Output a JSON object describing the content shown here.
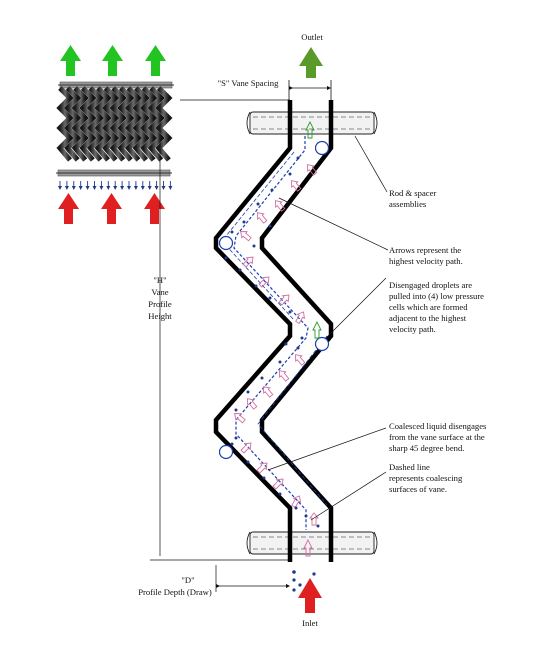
{
  "labels": {
    "outlet": "Outlet",
    "inlet": "Inlet",
    "s_vane_spacing": "\"S\" Vane Spacing",
    "h_line1": "\"H\"",
    "h_line2": "Vane",
    "h_line3": "Profile",
    "h_line4": "Height",
    "d_line1": "\"D\"",
    "d_line2": "Profile Depth (Draw)"
  },
  "callouts": {
    "rod_spacer": [
      "Rod & spacer",
      "assemblies"
    ],
    "arrows": [
      "Arrows represent the",
      "highest velocity path."
    ],
    "disengaged": [
      "Disengaged droplets are",
      "pulled into (4) low pressure",
      "cells which are formed",
      "adjacent to the highest",
      "velocity path."
    ],
    "coalesced": [
      "Coalesced liquid disengages",
      "from the vane surface at the",
      "sharp 45 degree bend."
    ],
    "dashed": [
      "Dashed line",
      "represents coalescing",
      "surfaces of vane."
    ]
  },
  "colors": {
    "outlet_arrow": "#5a9a2a",
    "outlet_arrow_bright": "#22c422",
    "inlet_arrow": "#e02020",
    "vane_wall": "#000000",
    "flow_path": "#1a3fb0",
    "droplet": "#1f3a8a",
    "velocity_arrow": "#d070a0",
    "pipe_fill": "#f2f2f2"
  },
  "icons": {
    "outlet": "green-up-arrow-icon",
    "inlet": "red-up-arrow-icon"
  }
}
